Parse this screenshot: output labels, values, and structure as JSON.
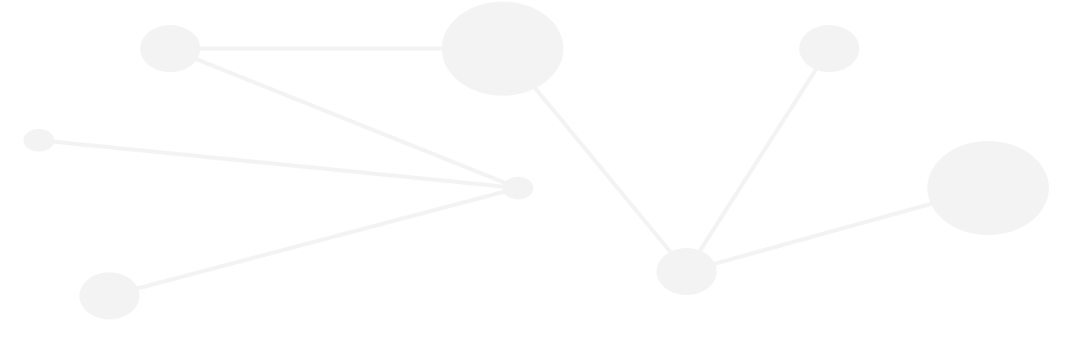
{
  "graph": {
    "node_color": "#f3f3f3",
    "edge_color": "#f3f3f3",
    "nodes": [
      {
        "id": "node-1",
        "label": ""
      },
      {
        "id": "node-2",
        "label": ""
      },
      {
        "id": "node-3",
        "label": ""
      },
      {
        "id": "node-4",
        "label": ""
      },
      {
        "id": "node-5",
        "label": ""
      },
      {
        "id": "node-6",
        "label": ""
      },
      {
        "id": "node-7",
        "label": ""
      },
      {
        "id": "node-8",
        "label": ""
      },
      {
        "id": "node-9",
        "label": ""
      }
    ],
    "edges": [
      {
        "from": "node-1",
        "to": "node-2"
      },
      {
        "from": "node-1",
        "to": "node-5"
      },
      {
        "from": "node-3",
        "to": "node-5"
      },
      {
        "from": "node-4",
        "to": "node-5"
      },
      {
        "from": "node-2",
        "to": "node-6"
      },
      {
        "from": "node-7",
        "to": "node-6"
      },
      {
        "from": "node-8",
        "to": "node-6"
      }
    ]
  }
}
